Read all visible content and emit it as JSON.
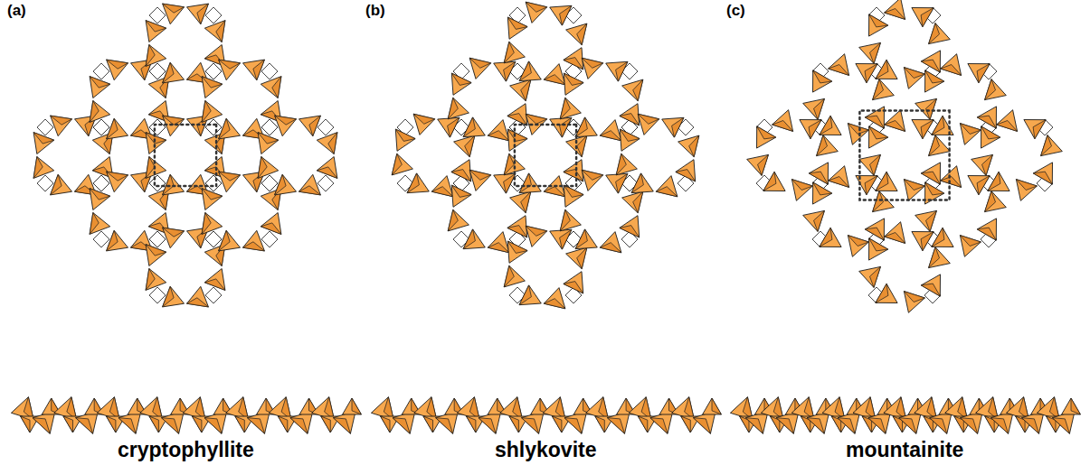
{
  "diagram": {
    "labels": [
      "(a)",
      "(b)",
      "(c)",
      "cryptophyllite",
      "shlykovite",
      "mountainite"
    ]
  }
}
